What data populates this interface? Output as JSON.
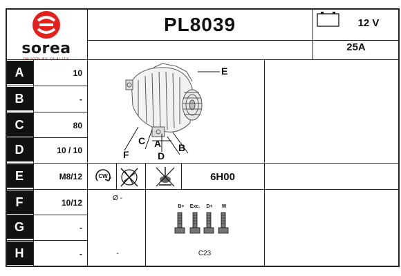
{
  "brand": {
    "name": "sorea",
    "tagline": "DRIVEN BY QUALITY",
    "color": "#e3211c"
  },
  "part_number": "PL8039",
  "electrical": {
    "voltage": "12 V",
    "amperage": "25A"
  },
  "specs": [
    {
      "letter": "A",
      "value": "10"
    },
    {
      "letter": "B",
      "value": "-"
    },
    {
      "letter": "C",
      "value": "80"
    },
    {
      "letter": "D",
      "value": "10 / 10"
    },
    {
      "letter": "E",
      "value": "M8/12"
    },
    {
      "letter": "F",
      "value": "10/12"
    },
    {
      "letter": "G",
      "value": "-"
    },
    {
      "letter": "H",
      "value": "-"
    }
  ],
  "diagram_labels": {
    "a": "A",
    "b": "B",
    "c": "C",
    "d": "D",
    "e": "E",
    "f": "F"
  },
  "rotation": "CW",
  "clock_position": "6H00",
  "pulley_diameter": "Ø -",
  "h_row_value": "-",
  "terminals": {
    "labels": [
      "B+",
      "Exc.",
      "D+",
      "W"
    ],
    "code": "C23"
  },
  "icons": [
    "battery-icon",
    "rotation-cw-icon",
    "no-fan-icon",
    "ground-icon"
  ]
}
